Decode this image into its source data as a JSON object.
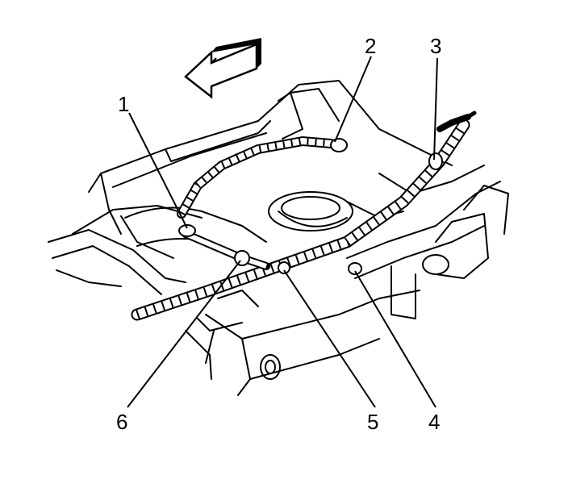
{
  "callouts": [
    {
      "id": "1",
      "label": "1"
    },
    {
      "id": "2",
      "label": "2"
    },
    {
      "id": "3",
      "label": "3"
    },
    {
      "id": "4",
      "label": "4"
    },
    {
      "id": "5",
      "label": "5"
    },
    {
      "id": "6",
      "label": "6"
    }
  ],
  "colors": {
    "ink": "#000000",
    "paper": "#ffffff"
  },
  "icons": {
    "direction_arrow": "front-of-vehicle-arrow-icon"
  }
}
